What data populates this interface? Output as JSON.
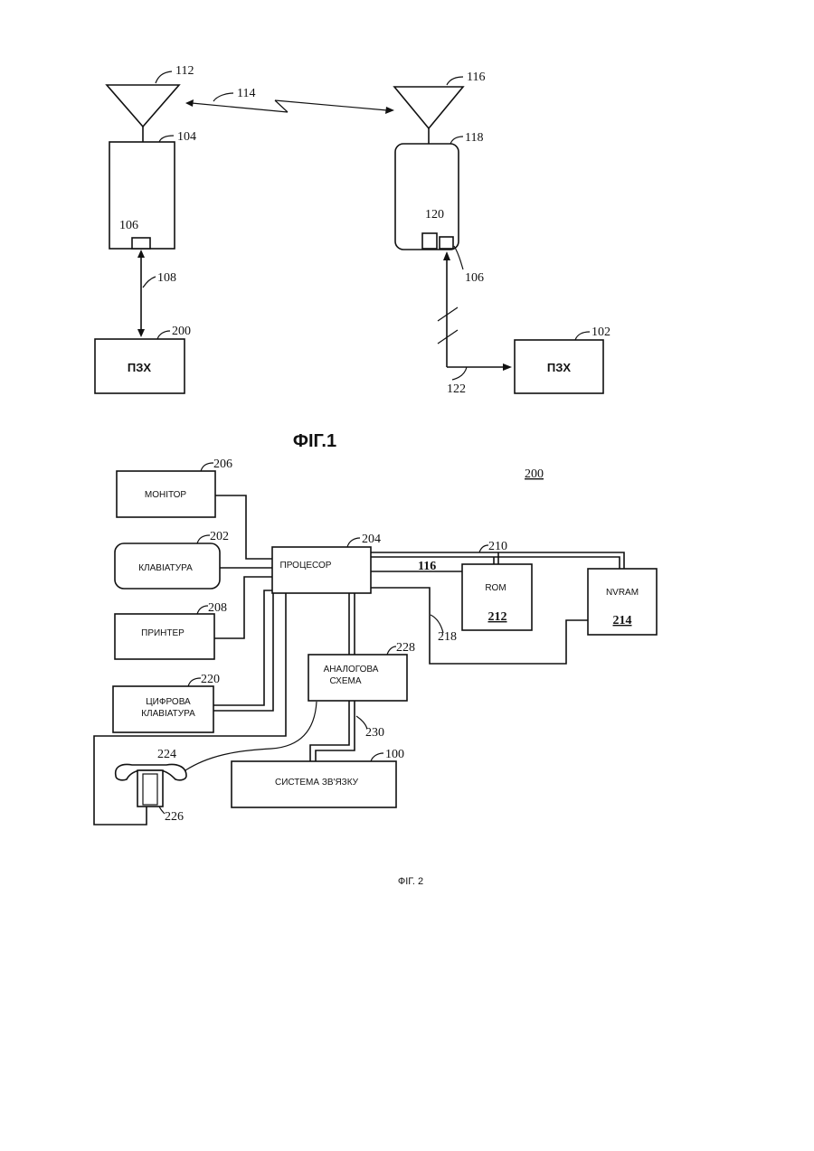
{
  "figure1": {
    "caption": "ФІГ.1",
    "left": {
      "antenna_ref": "112",
      "unit_ref": "104",
      "port_ref": "106",
      "link_ref": "108",
      "pstn_ref": "200",
      "pstn_label": "ПЗХ"
    },
    "right": {
      "antenna_ref": "116",
      "unit_ref": "118",
      "module_ref": "120",
      "port_ref": "106",
      "line_ref": "122",
      "pstn_ref": "102",
      "pstn_label": "ПЗХ"
    },
    "wireless_link_ref": "114"
  },
  "figure2": {
    "caption": "ФІГ. 2",
    "system_ref": "200",
    "monitor": {
      "ref": "206",
      "label": "МОНІТОР"
    },
    "keyboard": {
      "ref": "202",
      "label": "КЛАВІАТУРА"
    },
    "printer": {
      "ref": "208",
      "label": "ПРИНТЕР"
    },
    "keypad": {
      "ref": "220",
      "label_line1": "ЦИФРОВА",
      "label_line2": "КЛАВІАТУРА"
    },
    "processor": {
      "ref": "204",
      "label": "ПРОЦЕСОР"
    },
    "bus_ref": "210",
    "bus2_ref": "116",
    "rom": {
      "label": "ROM",
      "ref": "212"
    },
    "nvram": {
      "label": "NVRAM",
      "ref": "214"
    },
    "line_218_ref": "218",
    "analog": {
      "ref": "228",
      "label_line1": "АНАЛОГОВА",
      "label_line2": "СХЕМА"
    },
    "line_230_ref": "230",
    "comm": {
      "ref": "100",
      "label": "СИСТЕМА ЗВ'ЯЗКУ"
    },
    "handset_ref": "224",
    "cradle_ref": "226"
  }
}
